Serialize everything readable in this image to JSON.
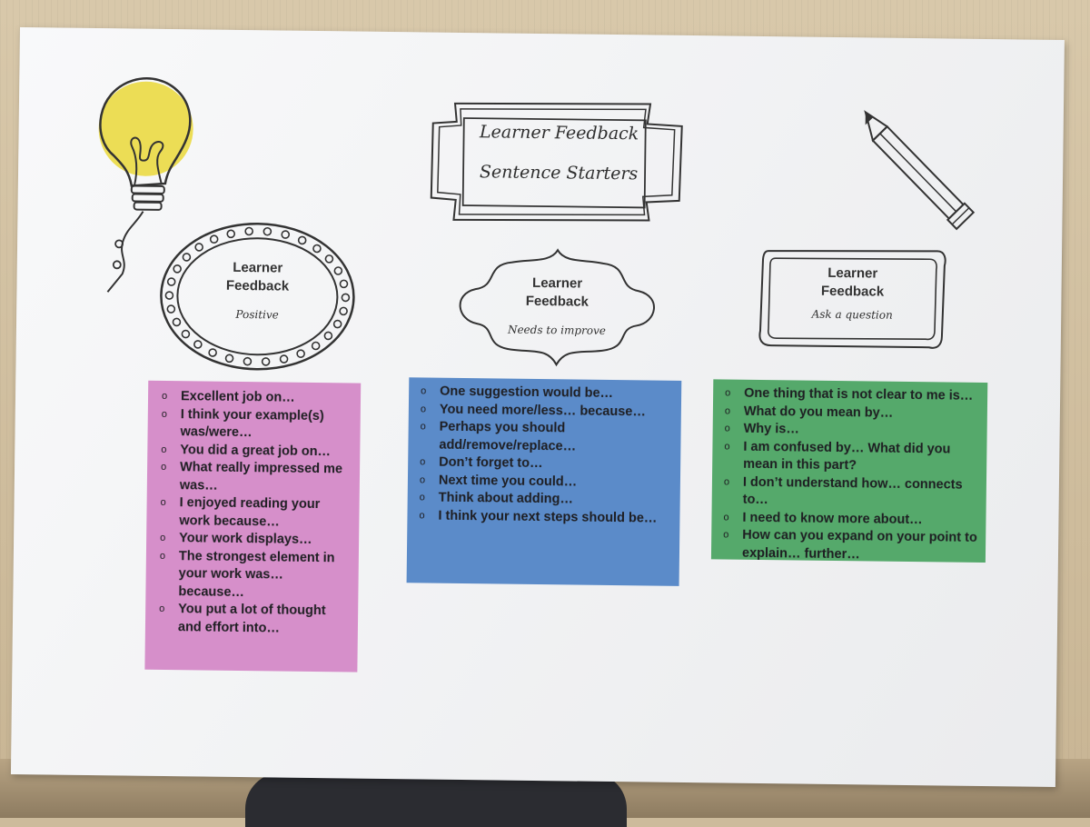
{
  "title": {
    "line1": "Learner Feedback",
    "line2": "Sentence Starters"
  },
  "badges": {
    "positive": {
      "heading": "Learner Feedback",
      "subtitle": "Positive"
    },
    "improve": {
      "heading": "Learner Feedback",
      "subtitle": "Needs to improve"
    },
    "question": {
      "heading": "Learner Feedback",
      "subtitle": "Ask a question"
    }
  },
  "lists": {
    "positive": [
      "Excellent job on…",
      "I think your example(s) was/were…",
      "You did a great job on…",
      "What really impressed me was…",
      "I enjoyed reading your work because…",
      "Your work displays…",
      "The strongest element in your work was… because…",
      "You put a lot of thought and effort into…"
    ],
    "improve": [
      "One suggestion would be…",
      "You need more/less… because…",
      "Perhaps you should add/remove/replace…",
      "Don’t forget to…",
      "Next time you could…",
      "Think about adding…",
      "I think your next steps should be…"
    ],
    "question": [
      "One thing that is not clear to me is…",
      "What do you mean by…",
      "Why is…",
      "I am confused by… What did you mean in this part?",
      "I don’t understand how… connects to…",
      "I need to know more about…",
      "How can you expand on your point to explain… further…"
    ]
  },
  "bullet_glyph": "o",
  "colors": {
    "positive": "#d68fca",
    "improve": "#5b8bc9",
    "question": "#55a96b",
    "bulb": "#ecdd55"
  },
  "icons": [
    "lightbulb-icon",
    "pencil-icon"
  ]
}
